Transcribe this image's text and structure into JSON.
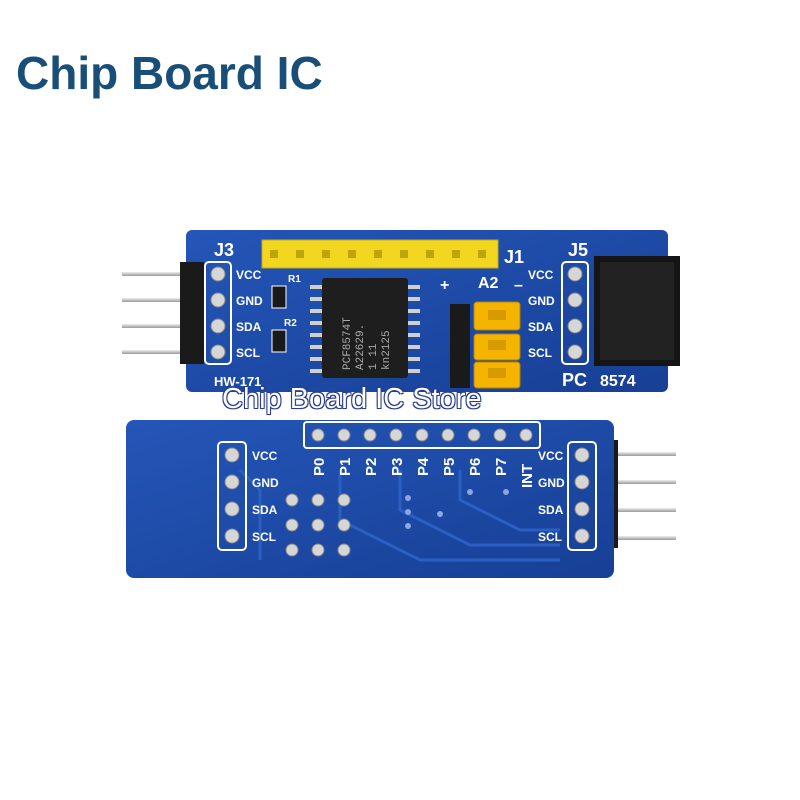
{
  "title": "Chip Board IC",
  "watermark": "Chip Board IC Store",
  "colors": {
    "title": "#184e78",
    "pcb": "#1d4ba8",
    "pcb_dark": "#17409a",
    "header_yellow": "#f2d61f",
    "jumper": "#f5b400",
    "pin": "#c9c9c9"
  },
  "top_board": {
    "left_header_label": "J3",
    "top_header_label": "J1",
    "right_header_label": "J5",
    "jumper_label": "A2",
    "plus_mark": "+",
    "minus_mark": "–",
    "model_label": "HW-171",
    "part_label_left": "PC",
    "part_label_right": "8574",
    "resistor_1": "R1",
    "resistor_2": "R2",
    "pins_left": [
      "VCC",
      "GND",
      "SDA",
      "SCL"
    ],
    "pins_right": [
      "VCC",
      "GND",
      "SDA",
      "SCL"
    ],
    "chip_lines": [
      "PCF8574T",
      "A22629.",
      "1      11",
      "kn2125"
    ]
  },
  "bottom_board": {
    "pins_left": [
      "VCC",
      "GND",
      "SDA",
      "SCL"
    ],
    "pins_right": [
      "VCC",
      "GND",
      "SDA",
      "SCL"
    ],
    "port_labels": [
      "P0",
      "P1",
      "P2",
      "P3",
      "P4",
      "P5",
      "P6",
      "P7",
      "INT"
    ]
  }
}
